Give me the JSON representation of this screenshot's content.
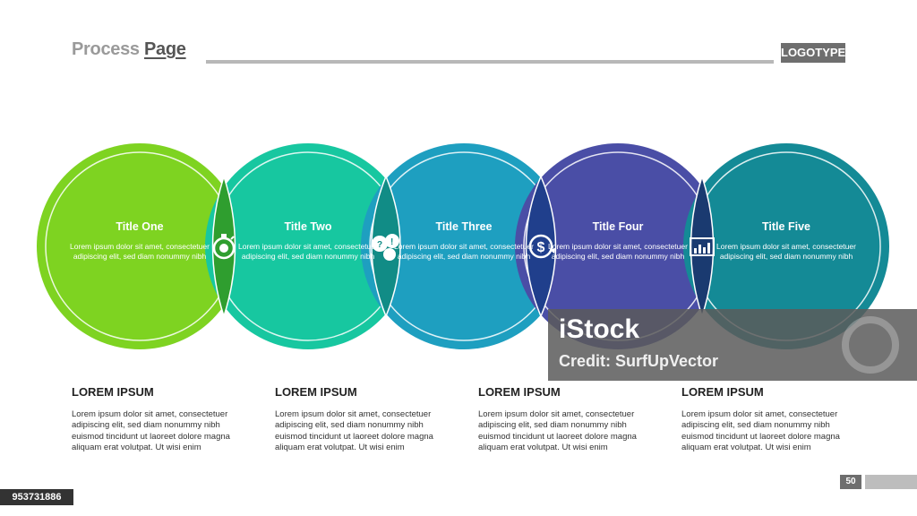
{
  "header": {
    "title_part1": "Process",
    "title_part2": "Page",
    "logo": "LOGOTYPE"
  },
  "steps": [
    {
      "title": "Title One",
      "text": "Lorem ipsum dolor sit amet, consectetuer adipiscing elit, sed diam nonummy nibh",
      "color": "#7ed321"
    },
    {
      "title": "Title Two",
      "text": "Lorem ipsum dolor sit amet, consectetuer adipiscing elit, sed diam nonummy nibh",
      "color": "#17c7a0"
    },
    {
      "title": "Title Three",
      "text": "Lorem ipsum dolor sit amet, consectetuer adipiscing elit, sed diam nonummy nibh",
      "color": "#1e9fc0"
    },
    {
      "title": "Title Four",
      "text": "Lorem ipsum dolor sit amet, consectetuer adipiscing elit, sed diam nonummy nibh",
      "color": "#4a4ea6"
    },
    {
      "title": "Title Five",
      "text": "Lorem ipsum dolor sit amet, consectetuer adipiscing elit, sed diam nonummy nibh",
      "color": "#148a96"
    }
  ],
  "overlaps": [
    {
      "icon": "stopwatch-icon",
      "color": "#2f9e2f"
    },
    {
      "icon": "speech-bubbles-icon",
      "color": "#118c86"
    },
    {
      "icon": "dollar-cycle-icon",
      "color": "#203f8c"
    },
    {
      "icon": "bar-chart-icon",
      "color": "#1a3a70"
    }
  ],
  "blocks": [
    {
      "heading": "LOREM IPSUM",
      "text": "Lorem ipsum dolor sit amet, consectetuer adipiscing elit, sed diam nonummy nibh euismod tincidunt ut laoreet dolore magna aliquam erat volutpat. Ut wisi enim"
    },
    {
      "heading": "LOREM IPSUM",
      "text": "Lorem ipsum dolor sit amet, consectetuer adipiscing elit, sed diam nonummy nibh euismod tincidunt ut laoreet dolore magna aliquam erat volutpat. Ut wisi enim"
    },
    {
      "heading": "LOREM IPSUM",
      "text": "Lorem ipsum dolor sit amet, consectetuer adipiscing elit, sed diam nonummy nibh euismod tincidunt ut laoreet dolore magna aliquam erat volutpat. Ut wisi enim"
    },
    {
      "heading": "LOREM IPSUM",
      "text": "Lorem ipsum dolor sit amet, consectetuer adipiscing elit, sed diam nonummy nibh euismod tincidunt ut laoreet dolore magna aliquam erat volutpat. Ut wisi enim"
    }
  ],
  "watermark": {
    "brand": "iStock",
    "credit": "Credit: SurfUpVector"
  },
  "page_number": "50",
  "image_id": "953731886"
}
